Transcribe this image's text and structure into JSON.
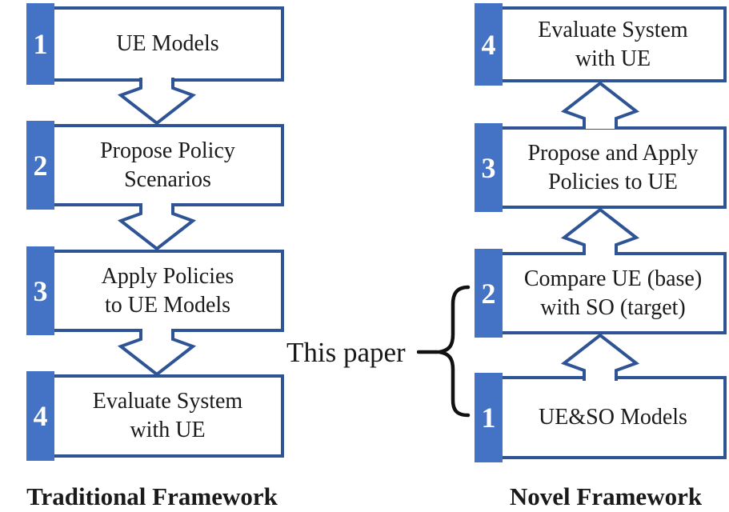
{
  "palette": {
    "tab_blue": "#4472C4",
    "border_blue": "#2E5496",
    "text_black": "#1a1a1a",
    "brace_black": "#111111"
  },
  "annotation": {
    "label": "This paper",
    "points_to_steps": [
      "2",
      "1"
    ]
  },
  "frameworks": {
    "traditional": {
      "title": "Traditional Framework",
      "flow": "down",
      "steps": [
        {
          "num": "1",
          "line1": "UE Models",
          "line2": ""
        },
        {
          "num": "2",
          "line1": "Propose Policy",
          "line2": "Scenarios"
        },
        {
          "num": "3",
          "line1": "Apply Policies",
          "line2": "to UE Models"
        },
        {
          "num": "4",
          "line1": "Evaluate System",
          "line2": "with UE"
        }
      ]
    },
    "novel": {
      "title": "Novel Framework",
      "flow": "up",
      "steps": [
        {
          "num": "4",
          "line1": "Evaluate System",
          "line2": "with UE"
        },
        {
          "num": "3",
          "line1": "Propose and Apply",
          "line2": "Policies to UE"
        },
        {
          "num": "2",
          "line1": "Compare UE (base)",
          "line2": "with SO (target)"
        },
        {
          "num": "1",
          "line1": "UE&SO Models",
          "line2": ""
        }
      ]
    }
  }
}
